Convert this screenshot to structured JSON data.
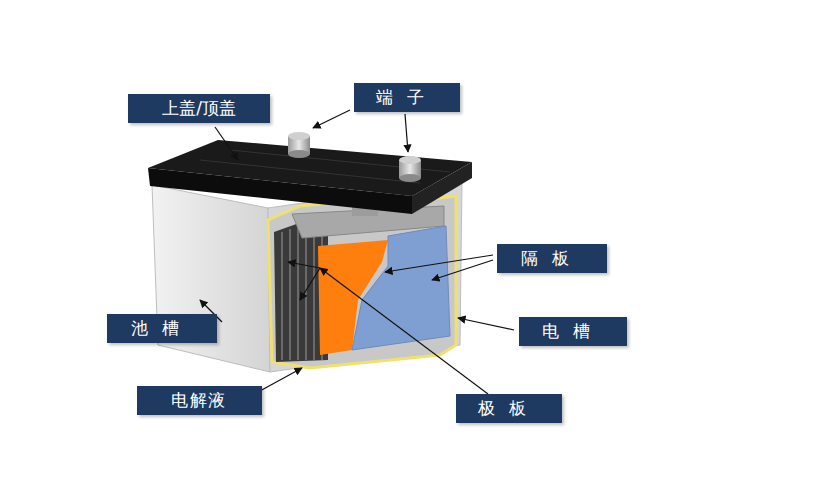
{
  "diagram": {
    "nodes": [
      {
        "text": [
          "上盖/顶盖"
        ]
      },
      {
        "text": [
          "端子"
        ]
      },
      {
        "text": [
          "隔板"
        ]
      },
      {
        "text": [
          "池槽"
        ]
      },
      {
        "text": [
          "电槽"
        ]
      },
      {
        "text": [
          "电解液"
        ]
      },
      {
        "text": [
          "极板"
        ]
      }
    ]
  }
}
